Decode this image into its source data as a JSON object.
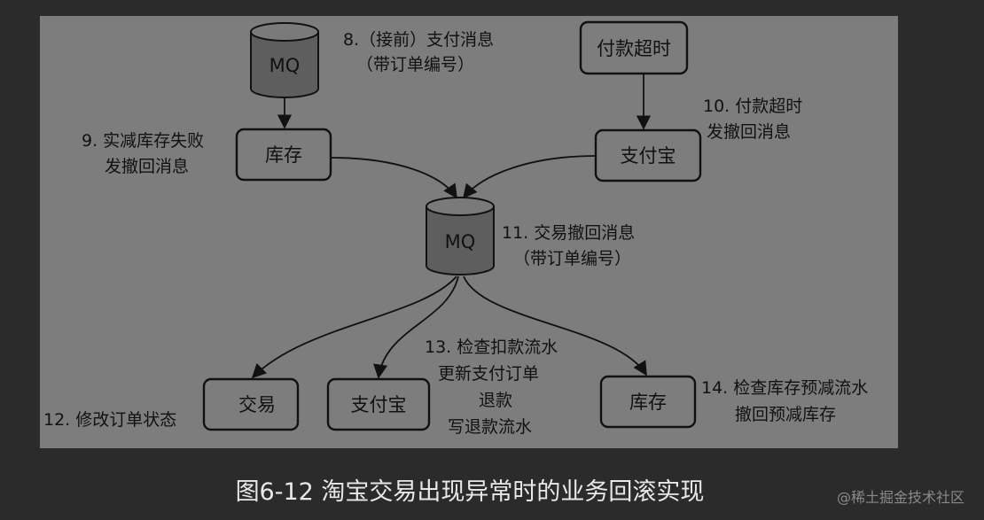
{
  "nodes": {
    "mq_top": "MQ",
    "mq_mid": "MQ",
    "payment_timeout": "付款超时",
    "inventory_top": "库存",
    "alipay_top": "支付宝",
    "trade": "交易",
    "alipay_bottom": "支付宝",
    "inventory_bottom": "库存"
  },
  "labels": {
    "step8_line1": "8.（接前）支付消息",
    "step8_line2": "（带订单编号）",
    "step9_line1": "9. 实减库存失败",
    "step9_line2": "发撤回消息",
    "step10_line1": "10. 付款超时",
    "step10_line2": "发撤回消息",
    "step11_line1": "11. 交易撤回消息",
    "step11_line2": "（带订单编号）",
    "step12": "12. 修改订单状态",
    "step13_line1": "13. 检查扣款流水",
    "step13_line2": "更新支付订单",
    "step13_line3": "退款",
    "step13_line4": "写退款流水",
    "step14_line1": "14. 检查库存预减流水",
    "step14_line2": "撤回预减库存"
  },
  "caption": "图6-12 淘宝交易出现异常时的业务回滚实现",
  "watermark": "@稀土掘金技术社区"
}
